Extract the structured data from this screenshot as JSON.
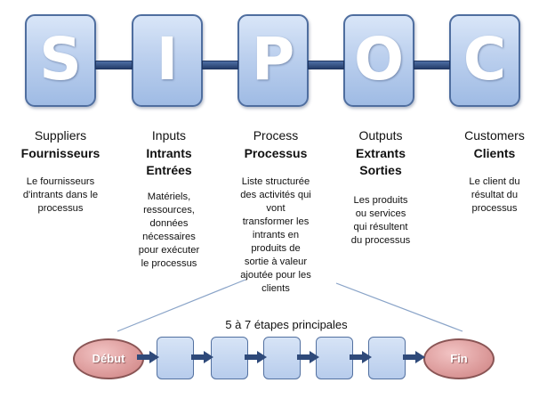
{
  "letters": [
    "S",
    "I",
    "P",
    "O",
    "C"
  ],
  "columns": [
    {
      "english": "Suppliers",
      "french": [
        "Fournisseurs"
      ],
      "description": [
        "Le fournisseurs",
        "d'intrants dans le",
        "processus"
      ]
    },
    {
      "english": "Inputs",
      "french": [
        "Intrants",
        "Entrées"
      ],
      "description": [
        "Matériels,",
        "ressources,",
        "données",
        "nécessaires",
        "pour exécuter",
        "le processus"
      ]
    },
    {
      "english": "Process",
      "french": [
        "Processus"
      ],
      "description": [
        "Liste structurée",
        "des activités qui",
        "vont",
        "transformer les",
        "intrants en",
        "produits de",
        "sortie à valeur",
        "ajoutée pour les",
        "clients"
      ]
    },
    {
      "english": "Outputs",
      "french": [
        "Extrants",
        "Sorties"
      ],
      "description": [
        "Les produits",
        "ou services",
        "qui résultent",
        "du processus"
      ]
    },
    {
      "english": "Customers",
      "french": [
        "Clients"
      ],
      "description": [
        "Le client du",
        "résultat du",
        "processus"
      ]
    }
  ],
  "process_strip": {
    "steps_label": "5 à 7 étapes principales",
    "start_label": "Début",
    "end_label": "Fin",
    "step_count": 5
  },
  "colors": {
    "box_fill": "#b9cdec",
    "box_border": "#4f6e9f",
    "connector": "#2f4a7a",
    "oval_fill": "#de9e9e",
    "guide_line": "#8aa4c8"
  }
}
